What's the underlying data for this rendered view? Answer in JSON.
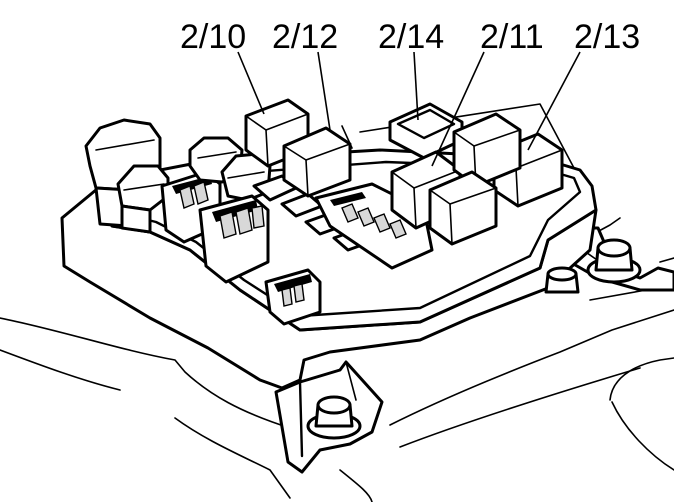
{
  "labels": [
    {
      "id": "2_10",
      "text": "2/10"
    },
    {
      "id": "2_12",
      "text": "2/12"
    },
    {
      "id": "2_14",
      "text": "2/14"
    },
    {
      "id": "2_11",
      "text": "2/11"
    },
    {
      "id": "2_13",
      "text": "2/13"
    }
  ]
}
